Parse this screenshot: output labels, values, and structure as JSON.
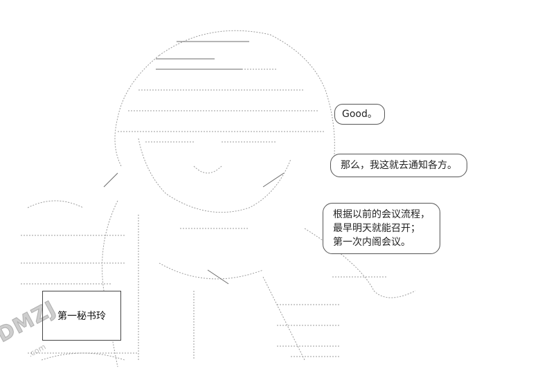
{
  "bubbles": {
    "good": "Good。",
    "notify": "那么，我这就去通知各方。",
    "meeting": [
      "根据以前的会议流程，",
      "最早明天就能召开；",
      "第一次内阁会议。"
    ]
  },
  "nameplate": "第一秘书玲",
  "watermark": {
    "logo": "DMZJ",
    "sub": ".com"
  }
}
